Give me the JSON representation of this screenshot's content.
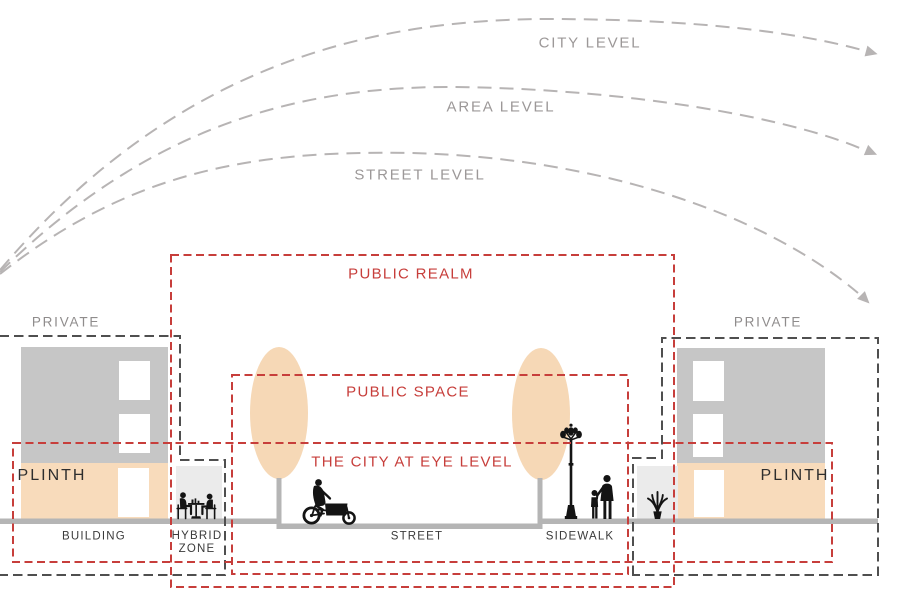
{
  "levels": {
    "city": "CITY LEVEL",
    "area": "AREA LEVEL",
    "street": "STREET LEVEL"
  },
  "zones": {
    "public_realm": "PUBLIC REALM",
    "public_space": "PUBLIC SPACE",
    "eye_level": "THE CITY AT EYE LEVEL",
    "private_left": "PRIVATE",
    "private_right": "PRIVATE",
    "plinth_left": "PLINTH",
    "plinth_right": "PLINTH"
  },
  "ground_labels": {
    "building": "BUILDING",
    "hybrid_line1": "HYBRID",
    "hybrid_line2": "ZONE",
    "street": "STREET",
    "sidewalk": "SIDEWALK"
  },
  "icons": {
    "cafe": "cafe-table-people-icon",
    "cargo_bike": "cargo-bike-rider-icon",
    "street_lamp": "street-lamp-icon",
    "pedestrians": "adult-child-walking-icon",
    "plant": "potted-plant-icon",
    "trees": "tree-icon",
    "arrows": "dashed-arc-arrow-icon"
  },
  "colors": {
    "red_accent": "#c73e3b",
    "dark_dash": "#4f4f4f",
    "building_gray": "#c6c6c6",
    "plinth_peach": "#f8dbbb",
    "tree_peach": "#f6d8b6",
    "hybrid_gray": "#ebebeb",
    "ground_gray": "#b5b5b5",
    "arc_gray": "#b7b4b4",
    "level_text_gray": "#9c9898",
    "private_text_gray": "#8f8c8c",
    "dark_text": "#3b3b3b",
    "silhouette_black": "#141414"
  }
}
